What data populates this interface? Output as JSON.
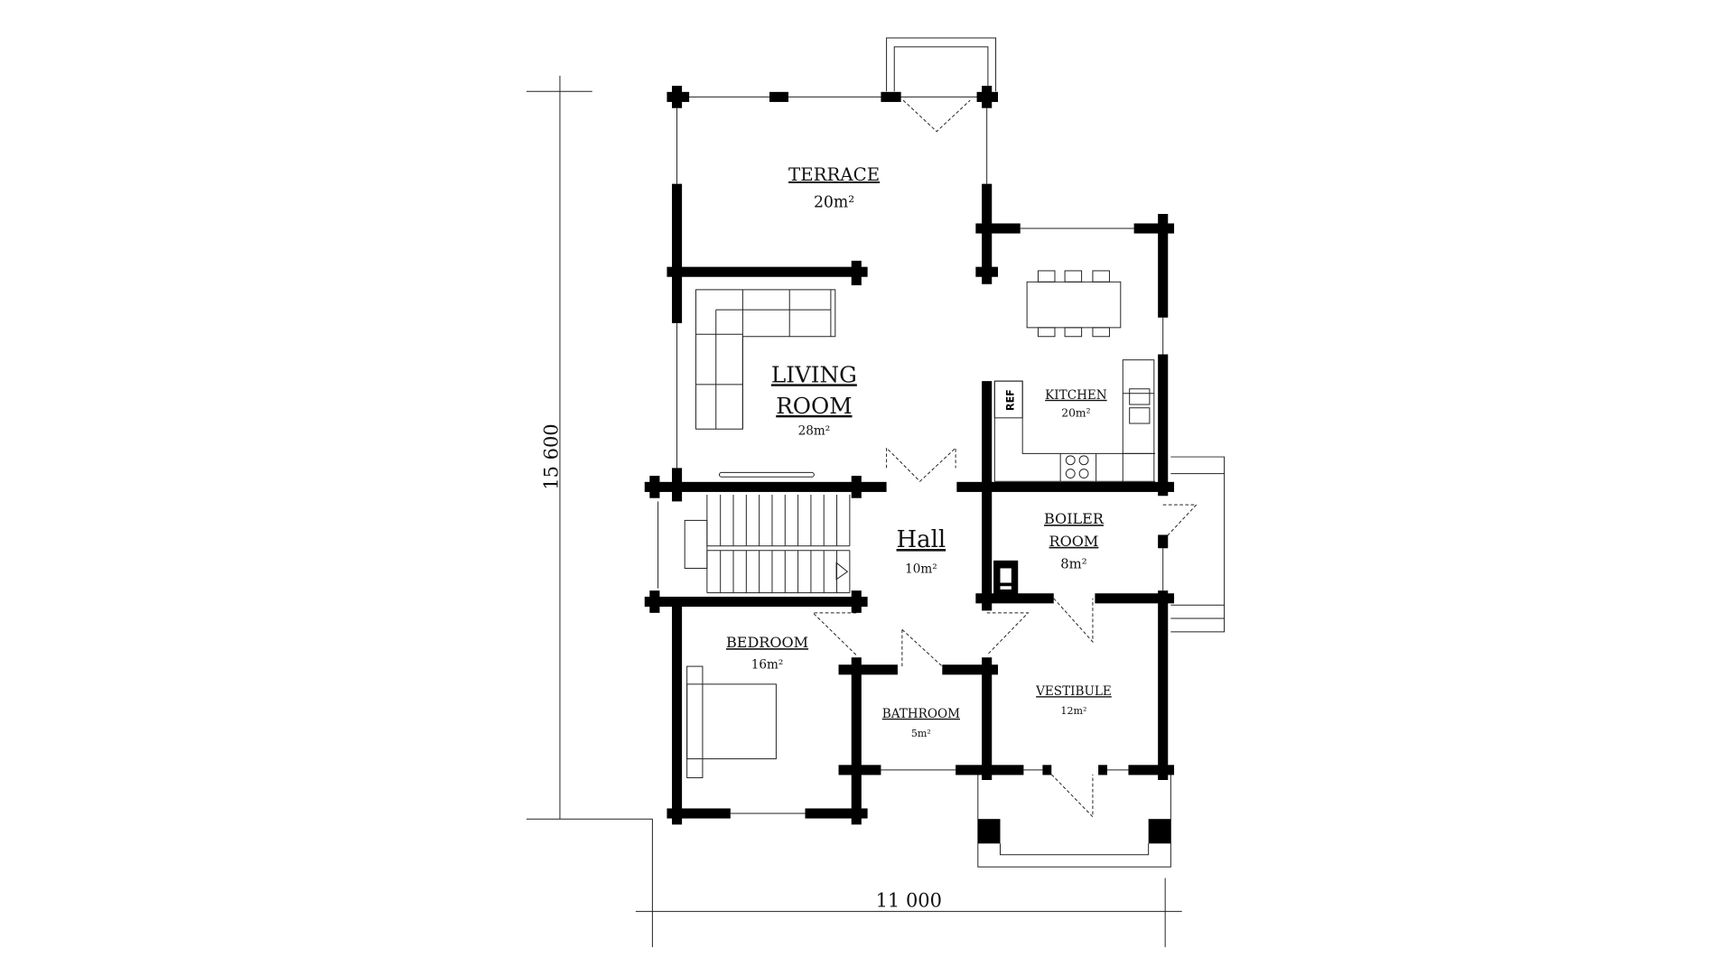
{
  "plan": {
    "dimensions": {
      "height": "15 600",
      "width": "11 000"
    },
    "rooms": {
      "terrace": {
        "name": "TERRACE",
        "area": "20m²"
      },
      "living": {
        "name1": "LIVING",
        "name2": "ROOM",
        "area": "28m²"
      },
      "kitchen": {
        "name": "KITCHEN",
        "area": "20m²",
        "fridge": "REF"
      },
      "hall": {
        "name": "Hall",
        "area": "10m²"
      },
      "boiler": {
        "name1": "BOILER",
        "name2": "ROOM",
        "area": "8m²"
      },
      "bedroom": {
        "name": "BEDROOM",
        "area": "16m²"
      },
      "bathroom": {
        "name": "BATHROOM",
        "area": "5m²"
      },
      "vestibule": {
        "name": "VESTIBULE",
        "area": "12m²"
      }
    }
  }
}
